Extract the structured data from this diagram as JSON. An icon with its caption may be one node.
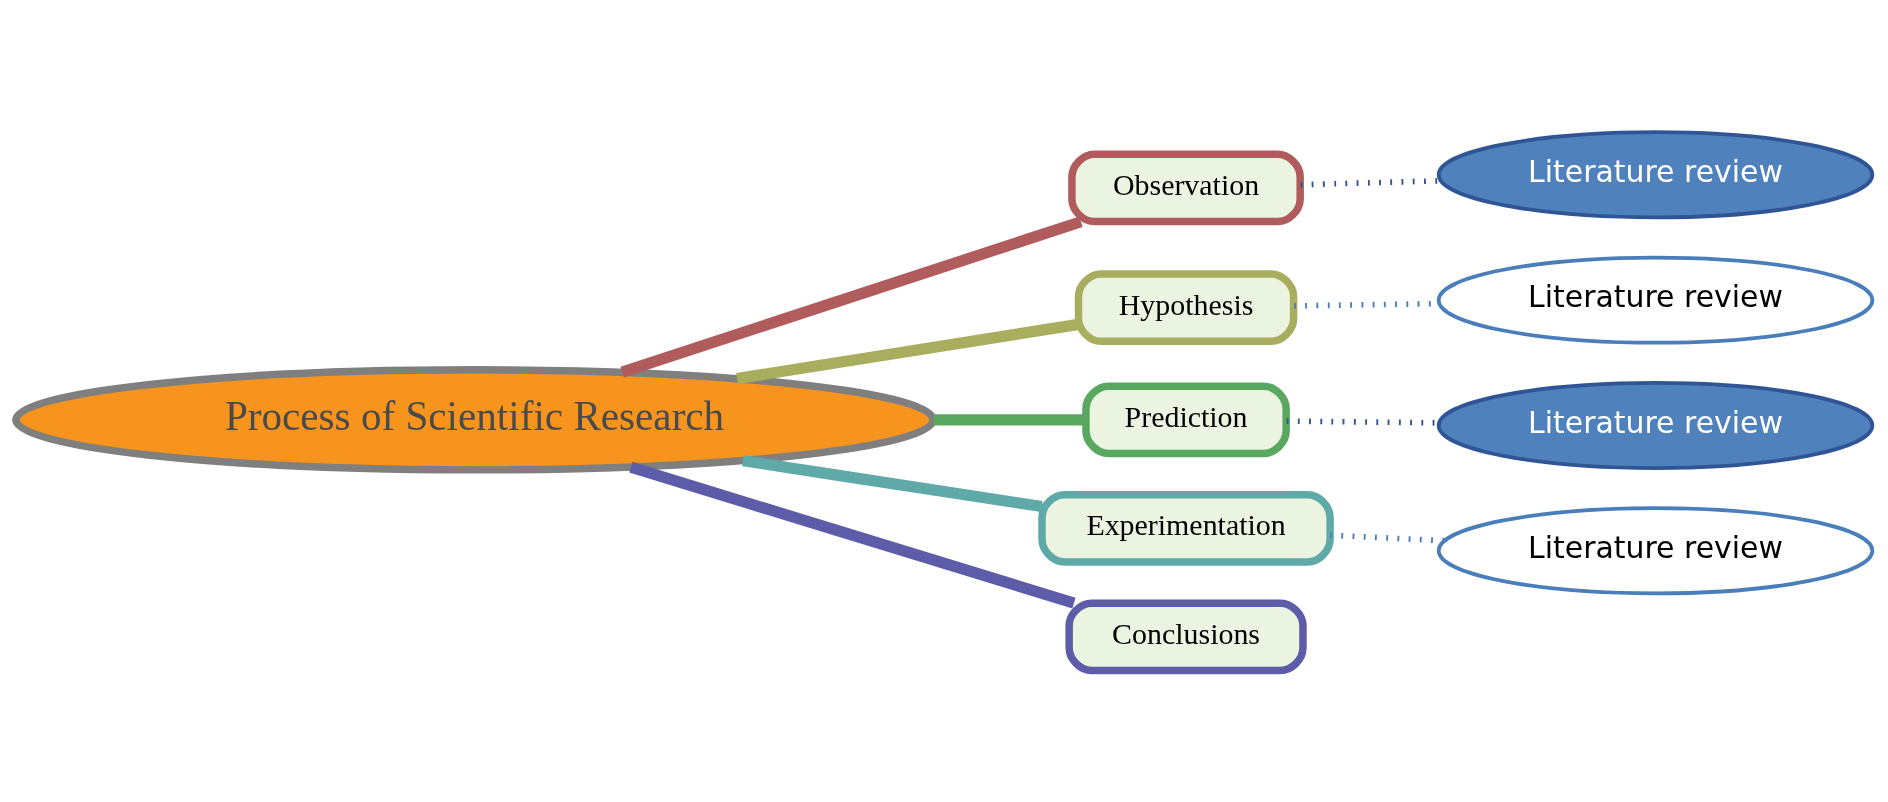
{
  "diagram": {
    "nodes": [
      {
        "text": [
          "Process of Scientific Research"
        ]
      },
      {
        "text": [
          "Observation"
        ]
      },
      {
        "text": [
          "Hypothesis"
        ]
      },
      {
        "text": [
          "Prediction"
        ]
      },
      {
        "text": [
          "Experimentation"
        ]
      },
      {
        "text": [
          "Conclusions"
        ]
      },
      {
        "text": [
          "Literature review"
        ]
      },
      {
        "text": [
          "Literature review"
        ]
      },
      {
        "text": [
          "Literature review"
        ]
      },
      {
        "text": [
          "Literature review"
        ]
      }
    ],
    "edges": [
      {
        "from": 0,
        "to": 1,
        "arrow": "none",
        "color": "#b05c5c"
      },
      {
        "from": 0,
        "to": 2,
        "arrow": "none",
        "color": "#a9ad5e"
      },
      {
        "from": 0,
        "to": 3,
        "arrow": "none",
        "color": "#5aa860"
      },
      {
        "from": 0,
        "to": 4,
        "arrow": "none",
        "color": "#5fa9a9"
      },
      {
        "from": 0,
        "to": 5,
        "arrow": "none",
        "color": "#5c5ca8"
      },
      {
        "from": 1,
        "to": 6,
        "arrow": "none",
        "style": "dashed",
        "color": "#2f5597"
      },
      {
        "from": 2,
        "to": 7,
        "arrow": "none",
        "style": "dashed",
        "color": "#4a7ebb"
      },
      {
        "from": 3,
        "to": 8,
        "arrow": "none",
        "style": "dashed",
        "color": "#2f5597"
      },
      {
        "from": 4,
        "to": 9,
        "arrow": "none",
        "style": "dashed",
        "color": "#4a7ebb"
      }
    ]
  }
}
